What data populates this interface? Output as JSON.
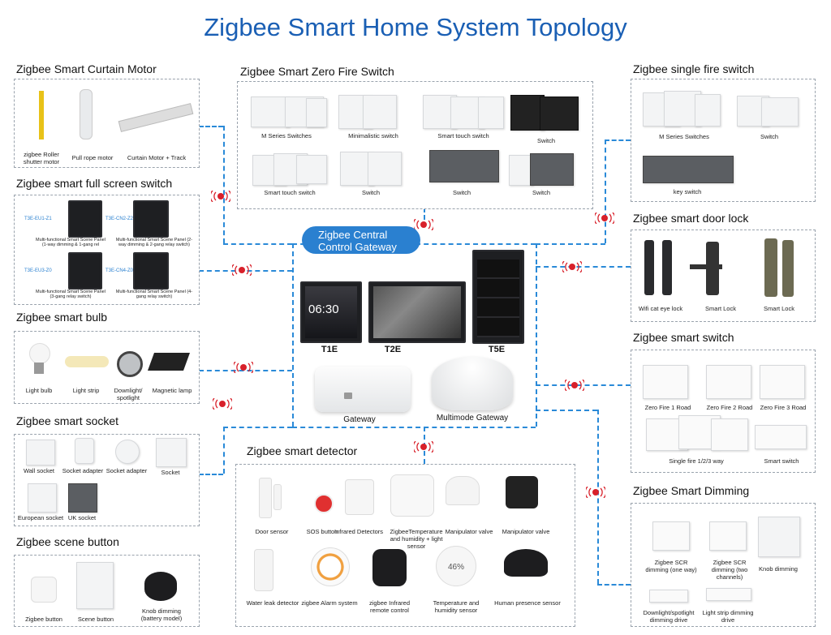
{
  "page_title": "Zigbee Smart Home System Topology",
  "gateway": {
    "label_line1": "Zigbee Central",
    "label_line2": "Control Gateway",
    "panels": {
      "t1e": "T1E",
      "t2e": "T2E",
      "t5e": "T5E"
    },
    "t1e_clock": "06:30",
    "gateway_label": "Gateway",
    "multimode_label": "Multimode Gateway"
  },
  "curtain": {
    "title": "Zigbee Smart Curtain Motor",
    "items": [
      "zigbee Roller shutter motor",
      "Pull rope motor",
      "Curtain Motor + Track"
    ]
  },
  "zero_fire": {
    "title": "Zigbee Smart Zero Fire Switch",
    "items": [
      "M Series Switches",
      "Minimalistic switch",
      "Smart touch switch",
      "Switch",
      "Smart touch switch",
      "Switch",
      "Switch",
      "Switch"
    ]
  },
  "single_fire": {
    "title": "Zigbee single fire switch",
    "items": [
      "M Series Switches",
      "Switch",
      "key switch"
    ]
  },
  "full_screen": {
    "title": "Zigbee smart full screen switch",
    "models": [
      "T3E-EU1-Z1",
      "T3E-CN2-Z2",
      "T3E-EU3-Z0",
      "T3E-CN4-Z0"
    ],
    "items": [
      "Multi-functional Smart Scene Panel (1-way dimming & 1-gang rel",
      "Multi-functional Smart Scene Panel (2-way dimming & 2-gang relay switch)",
      "Multi-functional Smart Scene Panel (3-gang relay switch)",
      "Multi-functional Smart Scene Panel (4-gang relay switch)"
    ]
  },
  "door_lock": {
    "title": "Zigbee smart door lock",
    "items": [
      "Wifi cat eye lock",
      "Smart Lock",
      "Smart Lock"
    ]
  },
  "bulb": {
    "title": "Zigbee smart bulb",
    "items": [
      "Light bulb",
      "Light strip",
      "Downlight/ spotlight",
      "Magnetic lamp"
    ]
  },
  "smart_switch": {
    "title": "Zigbee smart switch",
    "items": [
      "Zero Fire 1 Road",
      "Zero Fire 2 Road",
      "Zero Fire 3 Road",
      "Single fire 1/2/3 way",
      "Smart switch"
    ]
  },
  "socket": {
    "title": "Zigbee smart socket",
    "items": [
      "Wall socket",
      "Socket adapter",
      "Socket adapter",
      "Socket",
      "European socket",
      "UK socket"
    ]
  },
  "detector": {
    "title": "Zigbee smart detector",
    "items": [
      "Door sensor",
      "SOS button",
      "Infrared Detectors",
      "ZigbeeTemperature and humidity + light sensor",
      "Manipulator valve",
      "Manipulator valve",
      "Water leak detector",
      "zigbee Alarm system",
      "zigbee Infrared remote control",
      "Temperature and humidity sensor",
      "Human presence sensor"
    ],
    "lcd_reading": "46%"
  },
  "dimming": {
    "title": "Zigbee Smart Dimming",
    "items": [
      "Zigbee SCR dimming (one way)",
      "Zigbee SCR dimming (two channels)",
      "Knob dimming",
      "Downlight/spotlight dimming drive",
      "Light strip dimming drive"
    ]
  },
  "scene": {
    "title": "Zigbee scene button",
    "items": [
      "Zigbee button",
      "Scene button",
      "Knob dimming (battery model)"
    ]
  },
  "colors": {
    "accent": "#2a80d0",
    "title": "#1a5fb4",
    "signal": "#d8202a"
  }
}
